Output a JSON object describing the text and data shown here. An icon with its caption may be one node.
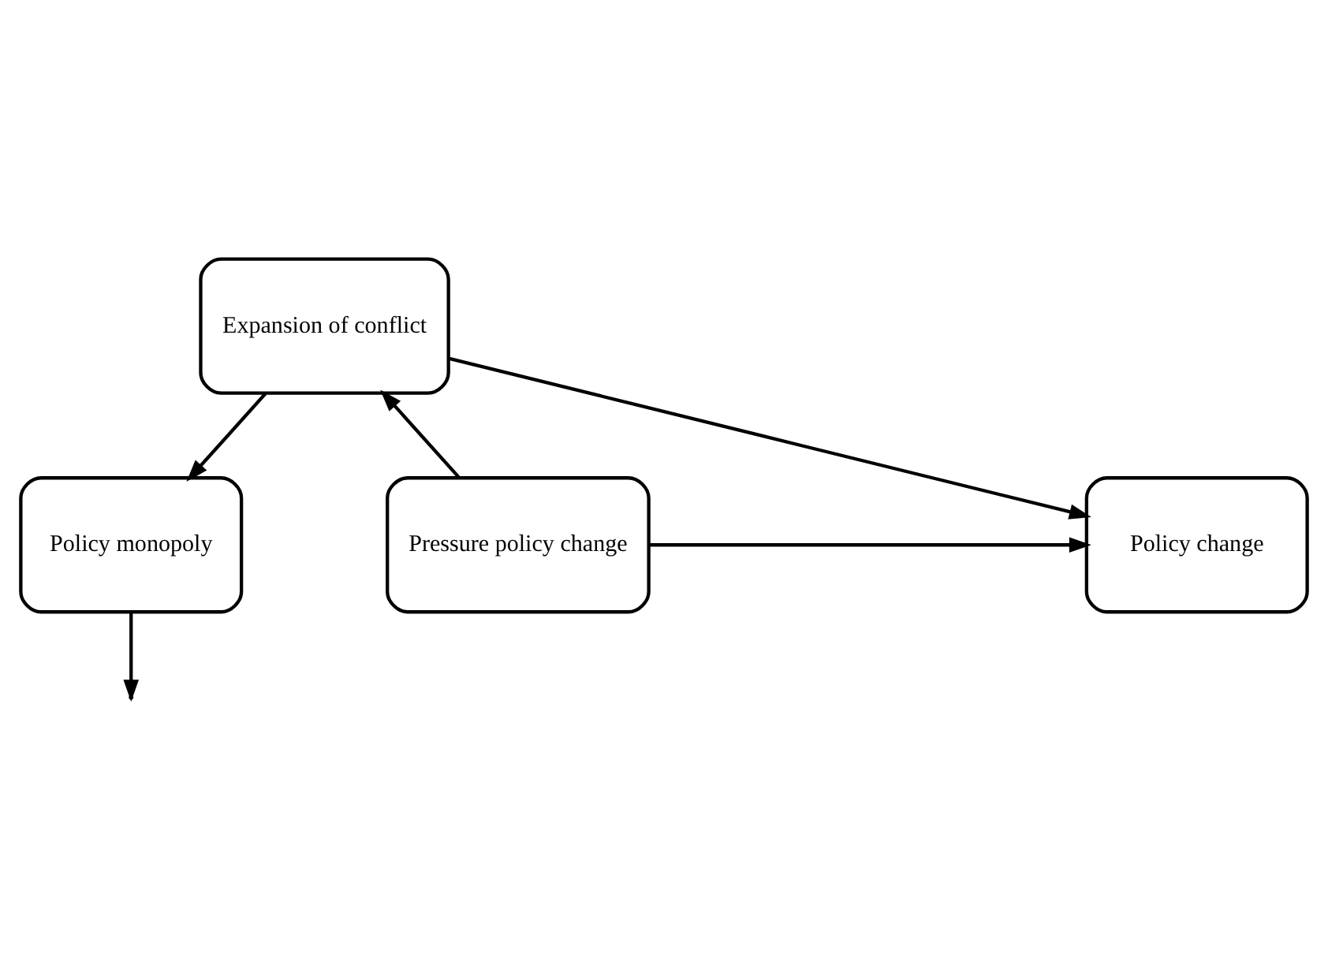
{
  "diagram": {
    "nodes": [
      {
        "text": [
          "Expansion of conflict"
        ]
      },
      {
        "text": [
          "Policy monopoly"
        ]
      },
      {
        "text": [
          "Pressure policy change"
        ]
      },
      {
        "text": [
          "Policy change"
        ]
      }
    ],
    "edges": [
      {
        "from": 2,
        "to": 0,
        "arrow": "to"
      },
      {
        "from": 0,
        "to": 1,
        "arrow": "to"
      },
      {
        "from": 0,
        "to": 3,
        "arrow": "to"
      },
      {
        "from": 1,
        "to": null,
        "arrow": "to"
      },
      {
        "from": 2,
        "to": 3,
        "arrow": "to"
      }
    ]
  }
}
